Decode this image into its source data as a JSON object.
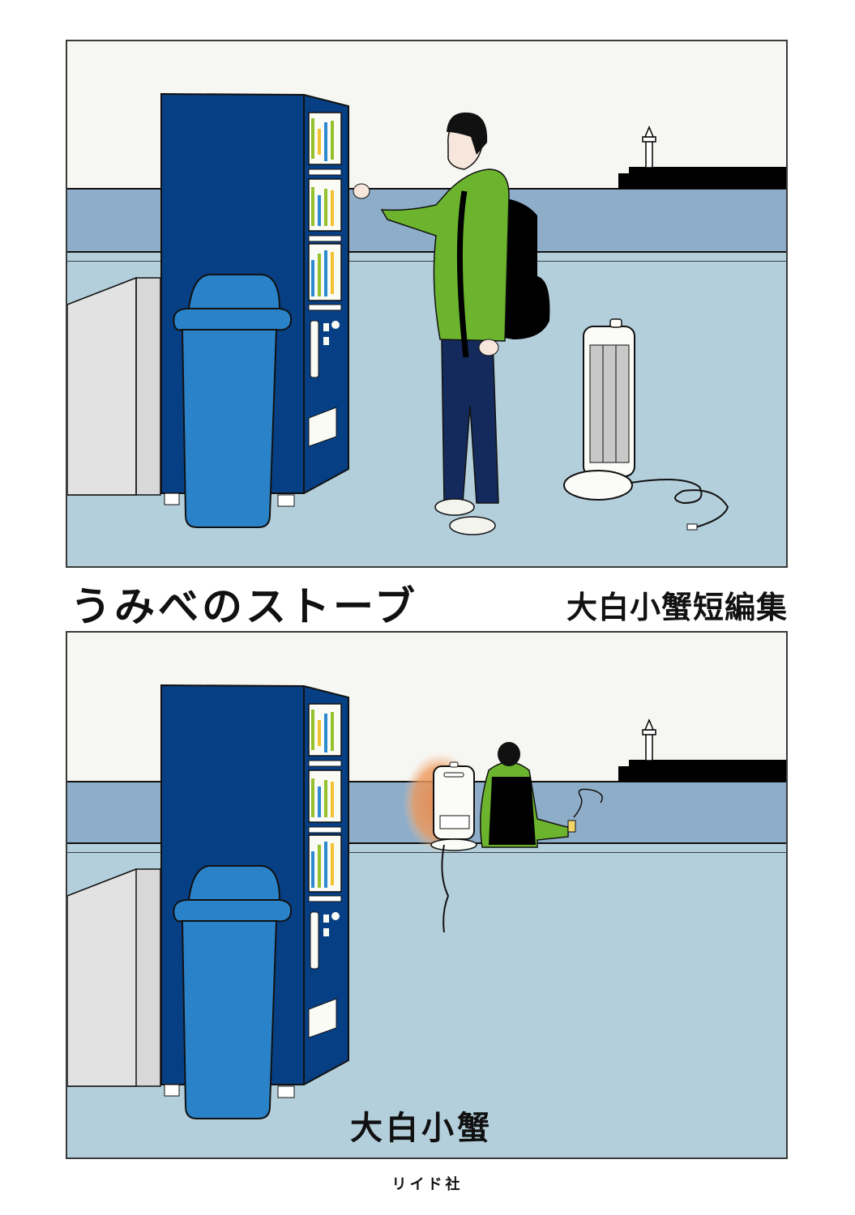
{
  "cover": {
    "title": "うみべのストーブ",
    "series": "大白小蟹短編集",
    "author": "大白小蟹",
    "publisher": "リイド社"
  },
  "illustration": {
    "top_panel": {
      "description": "Man in green puffer jacket and black backpack pressing a button on a blue vending machine by the seaside; electric heater with cord on the pavement; lighthouse breakwater in background",
      "elements": [
        "vending-machine",
        "trash-bin",
        "concrete-block",
        "man-standing",
        "electric-heater",
        "lighthouse",
        "breakwater",
        "sea"
      ]
    },
    "bottom_panel": {
      "description": "Same scene; man sits on the seawall with back turned holding a steaming drink beside a glowing electric heater",
      "elements": [
        "vending-machine",
        "trash-bin",
        "concrete-block",
        "man-sitting",
        "glowing-heater",
        "steaming-cup",
        "lighthouse",
        "breakwater",
        "sea"
      ]
    }
  },
  "colors": {
    "sky": "#f6f6f2",
    "sea": "#8eadc8",
    "pavement": "#b4cfdc",
    "vending_machine": "#073f84",
    "trash_bin": "#2a82c8",
    "jacket": "#6cb42e",
    "pants": "#142a5c",
    "heater_glow": "#e8874a",
    "concrete": "#d8d8d8",
    "border": "#3a3a3a"
  }
}
